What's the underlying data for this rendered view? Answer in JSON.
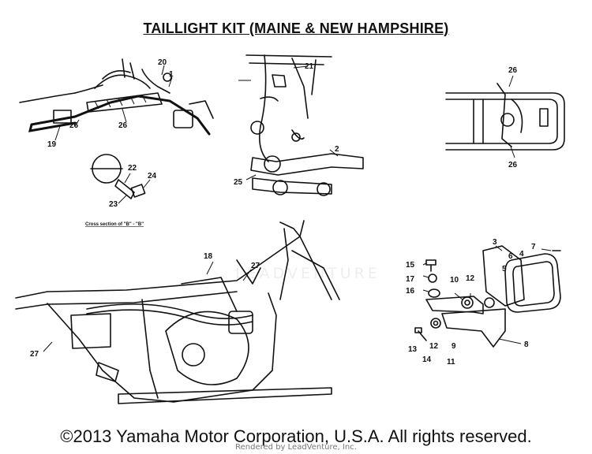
{
  "title": "TAILLIGHT KIT (MAINE & NEW HAMPSHIRE)",
  "cross_section_caption": "Cross section of \"B\" - \"B\"",
  "watermark": "LEADVENTURE",
  "copyright": "©2013 Yamaha Motor Corporation, U.S.A. All rights reserved.",
  "render_note": "Rendered by LeadVenture, Inc.",
  "callouts": {
    "handlebar_20": "20",
    "handlebar_1": "1",
    "handlebar_26a": "26",
    "handlebar_26b": "26",
    "handlebar_19": "19",
    "section_22": "22",
    "section_24": "24",
    "section_23": "23",
    "swing_21": "21",
    "swing_2": "2",
    "swing_25": "25",
    "rear_26a": "26",
    "rear_26b": "26",
    "frame_18": "18",
    "frame_27a": "27",
    "frame_27b": "27",
    "light_3": "3",
    "light_7": "7",
    "light_6": "6",
    "light_4": "4",
    "light_5": "5",
    "light_15": "15",
    "light_17": "17",
    "light_16": "16",
    "light_10": "10",
    "light_12a": "12",
    "light_13": "13",
    "light_14": "14",
    "light_12b": "12",
    "light_11": "11",
    "light_9": "9",
    "light_8": "8"
  }
}
